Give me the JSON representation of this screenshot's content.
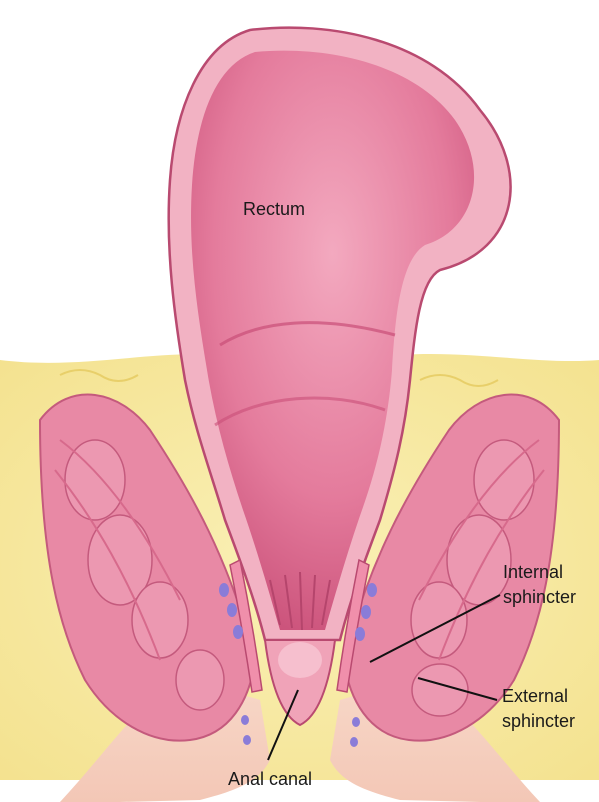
{
  "labels": {
    "rectum": "Rectum",
    "internal_line1": "Internal",
    "internal_line2": "sphincter",
    "external_line1": "External",
    "external_line2": "sphincter",
    "anal_canal": "Anal canal"
  },
  "colors": {
    "background": "#ffffff",
    "fat": "#f6e79a",
    "wall_outer": "#f2b2c3",
    "wall_inner": "#fbdce5",
    "lumen": "#e47b9c",
    "lumen_shadow": "#c94f78",
    "muscle": "#e889a5",
    "muscle_band": "#d76a8c",
    "vessel": "#8a7cd8",
    "leader": "#111111"
  }
}
